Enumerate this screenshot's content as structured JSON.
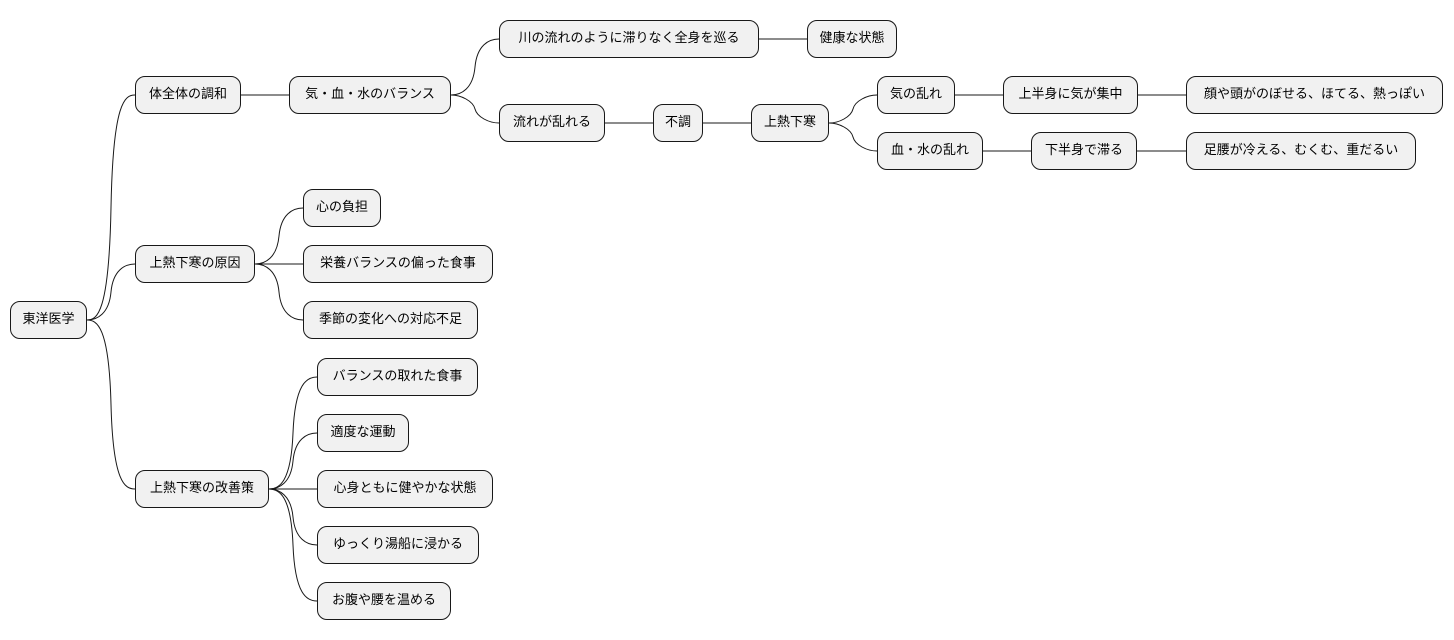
{
  "mindmap": {
    "root": "東洋医学",
    "branches": {
      "harmony": "体全体の調和",
      "balance": "気・血・水のバランス",
      "flow_smooth": "川の流れのように滞りなく全身を巡る",
      "healthy": "健康な状態",
      "flow_disturbed": "流れが乱れる",
      "discomfort": "不調",
      "jounetsu_kakan": "上熱下寒",
      "ki_disorder": "気の乱れ",
      "upper_concentration": "上半身に気が集中",
      "upper_symptoms": "顔や頭がのぼせる、ほてる、熱っぽい",
      "blood_water_disorder": "血・水の乱れ",
      "lower_stagnation": "下半身で滞る",
      "lower_symptoms": "足腰が冷える、むくむ、重だるい",
      "causes": "上熱下寒の原因",
      "cause_mind": "心の負担",
      "cause_diet": "栄養バランスの偏った食事",
      "cause_season": "季節の変化への対応不足",
      "remedies": "上熱下寒の改善策",
      "remedy_diet": "バランスの取れた食事",
      "remedy_exercise": "適度な運動",
      "remedy_mind_body": "心身ともに健やかな状態",
      "remedy_bath": "ゆっくり湯船に浸かる",
      "remedy_warm": "お腹や腰を温める"
    }
  }
}
